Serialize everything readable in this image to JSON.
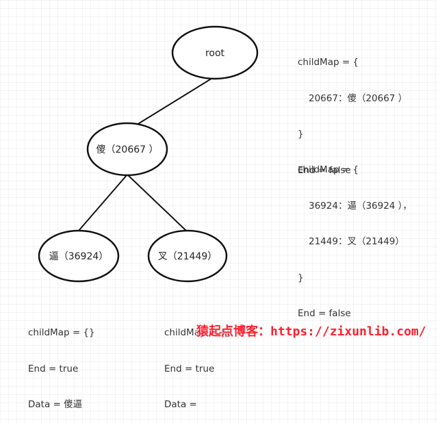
{
  "tree": {
    "nodes": [
      {
        "id": "root",
        "label": "root"
      },
      {
        "id": "sha",
        "label": "傻（20667 ）"
      },
      {
        "id": "bi",
        "label": "逼（36924）"
      },
      {
        "id": "cha",
        "label": "叉（21449）"
      }
    ],
    "edges": [
      {
        "from": "root",
        "to": "sha"
      },
      {
        "from": "sha",
        "to": "bi"
      },
      {
        "from": "sha",
        "to": "cha"
      }
    ]
  },
  "annotations": {
    "root": {
      "open": "childMap = {",
      "entries": [
        "20667：傻（20667 ）"
      ],
      "close": "}",
      "end": "End = false"
    },
    "sha": {
      "open": "childMap = {",
      "entries": [
        "36924：逼（36924 ），",
        "21449：叉（21449）"
      ],
      "close": "}",
      "end": "End = false"
    },
    "bi": {
      "childmap": "childMap = {}",
      "end": "End = true",
      "data": "Data = 傻逼"
    },
    "cha": {
      "childmap": "childMap = {}",
      "end": "End = true",
      "data": "Data ="
    }
  },
  "watermark": "猿起点博客：https://zixunlib.com/"
}
